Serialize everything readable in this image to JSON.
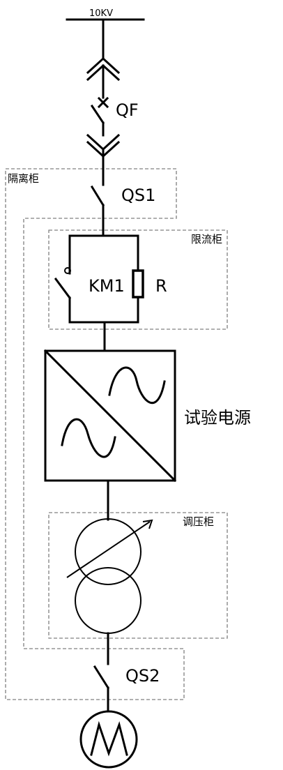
{
  "bus": {
    "label": "10KV"
  },
  "labels": {
    "breaker": "QF",
    "disconnect_1": "QS1",
    "disconnect_2": "QS2",
    "contactor": "KM1",
    "resistor": "R",
    "power_source": "试验电源"
  },
  "cabinets": {
    "isolation": "隔离柜",
    "current_limit": "限流柜",
    "voltage_regulation": "调压柜"
  },
  "colors": {
    "line": "#000000",
    "cabinet_border": "#808080"
  }
}
